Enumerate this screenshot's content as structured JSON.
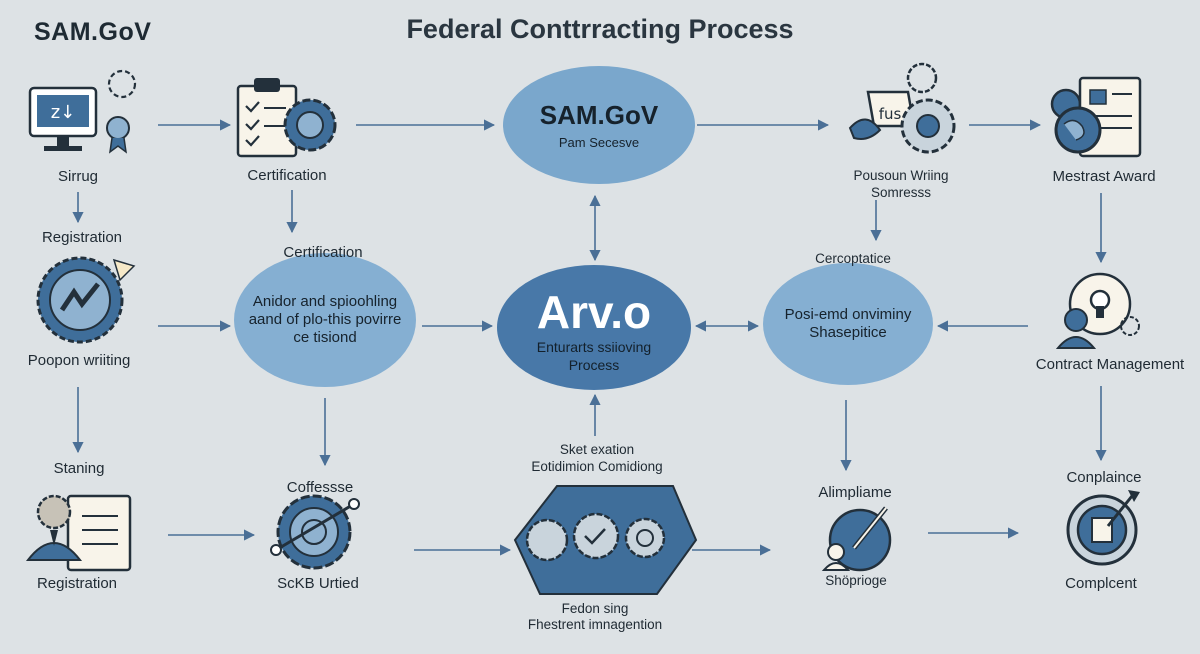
{
  "header": {
    "brand": "SAM.GoV",
    "title": "Federal Conttrracting Process"
  },
  "colors": {
    "background": "#dde2e5",
    "ellipse_light": "#85afd2",
    "ellipse_dark": "#4878a8",
    "icon_blue": "#3f6e9a",
    "line": "#4a6f96"
  },
  "nodes": {
    "top_ellipse": {
      "title": "SAM.GoV",
      "subtitle": "Pam Secesve"
    },
    "center_ellipse": {
      "title": "Arv.o",
      "subtitle_1": "Enturarts ssiioving",
      "subtitle_2": "Process"
    },
    "left_ellipse": {
      "line_1": "Anidor and spioohling",
      "line_2": "aand of plo-this povirre",
      "line_3": "ce tisiond"
    },
    "right_ellipse": {
      "line_1": "Posi-emd onviminy",
      "line_2": "Shasepitice"
    }
  },
  "labels": {
    "sirrug": "Sirrug",
    "registration_top": "Registration",
    "poopon_writing": "Poopon wriiting",
    "staning": "Staning",
    "registration_bottom": "Registration",
    "certification_top": "Certification",
    "certification_mid": "Certification",
    "coffessse": "Coffessse",
    "sckb_urtied": "ScKB Urtied",
    "sket_line_1": "Sket exation",
    "sket_line_2": "Eotidimion Comidiong",
    "fedon_line_1": "Fedon sing",
    "fedon_line_2": "Fhestrent imnagention",
    "pousun_line_1": "Pousoun Wriing",
    "pousun_line_2": "Somresss",
    "fus_text": "fus",
    "cercoptatice": "Cercoptatice",
    "alimpliame": "Alimpliame",
    "shoprioge": "Shöprioge",
    "mestrast_award": "Mestrast Award",
    "contract_management": "Contract Management",
    "conplaince": "Conplaince",
    "complcent": "Complcent"
  }
}
